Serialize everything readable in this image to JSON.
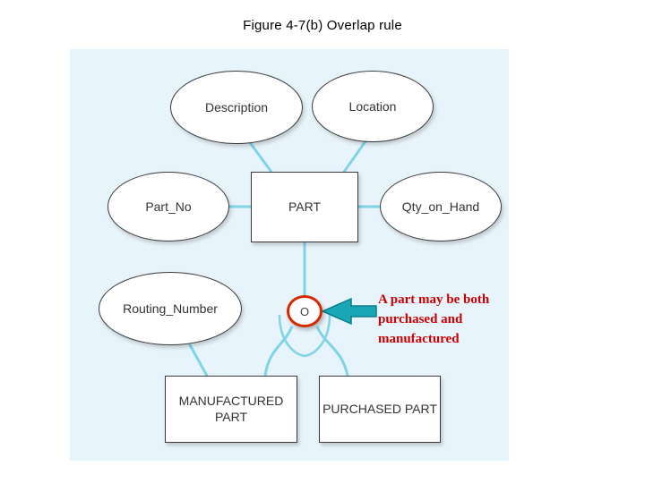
{
  "figure": {
    "title": "Figure 4-7(b) Overlap rule"
  },
  "diagram": {
    "entities": {
      "supertype": {
        "label": "PART",
        "shape": "rectangle"
      },
      "subtypes": [
        {
          "label": "MANUFACTURED PART",
          "shape": "rectangle"
        },
        {
          "label": "PURCHASED PART",
          "shape": "rectangle"
        }
      ]
    },
    "attributes": [
      {
        "label": "Description",
        "shape": "ellipse"
      },
      {
        "label": "Location",
        "shape": "ellipse"
      },
      {
        "label": "Part_No",
        "shape": "ellipse"
      },
      {
        "label": "Qty_on_Hand",
        "shape": "ellipse"
      },
      {
        "label": "Routing_Number",
        "shape": "ellipse"
      }
    ],
    "overlap_symbol": {
      "label": "O",
      "shape": "circle",
      "highlight_color": "#d42a00"
    },
    "connector_color": "#7fd4e8",
    "panel_color": "#e8f4fb"
  },
  "annotation": {
    "text": "A part may be both purchased and manufactured",
    "color": "#cc0000",
    "arrow": {
      "direction": "left",
      "color": "#19a7b5"
    }
  }
}
